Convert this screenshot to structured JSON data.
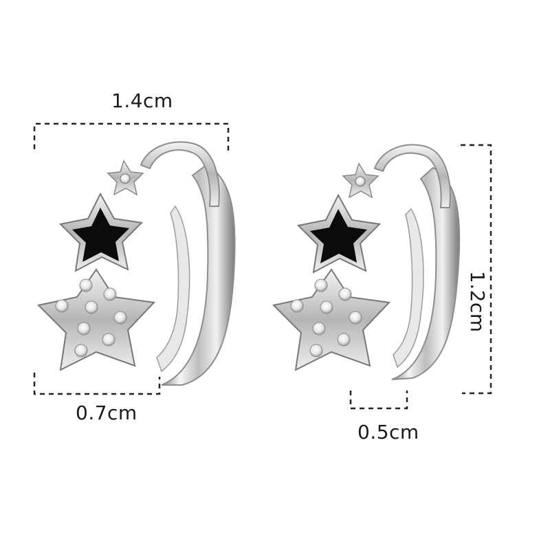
{
  "dimensions": {
    "width": "1.4cm",
    "height": "1.2cm",
    "left_hoop_thickness": "0.7cm",
    "right_hoop_thickness": "0.5cm"
  },
  "colors": {
    "background": "#ffffff",
    "dimension_line": "#222222",
    "metal_light": "#f4f4f4",
    "metal_mid": "#c8c8c8",
    "metal_dark": "#7e7e7e",
    "enamel": "#0b0b0b",
    "crystal": "#ffffff"
  }
}
